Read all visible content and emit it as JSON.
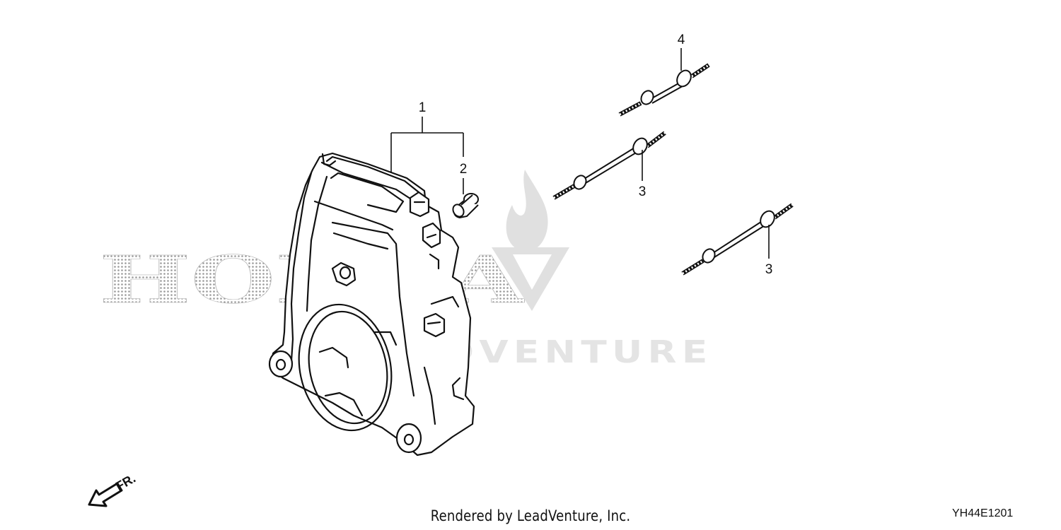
{
  "diagram": {
    "code": "YH44E1201",
    "credit": "Rendered by LeadVenture, Inc.",
    "front_indicator": "FR.",
    "watermarks": {
      "brand": "HONDA",
      "vendor": "LEADVENTURE"
    },
    "callouts": [
      {
        "number": "1",
        "part": "fan cover assembly"
      },
      {
        "number": "2",
        "part": "grommet"
      },
      {
        "number": "3",
        "part": "stud bolt"
      },
      {
        "number": "3",
        "part": "stud bolt"
      },
      {
        "number": "4",
        "part": "stud bolt"
      }
    ],
    "colors": {
      "line": "#111111",
      "watermark": "#d9d9d9"
    }
  }
}
